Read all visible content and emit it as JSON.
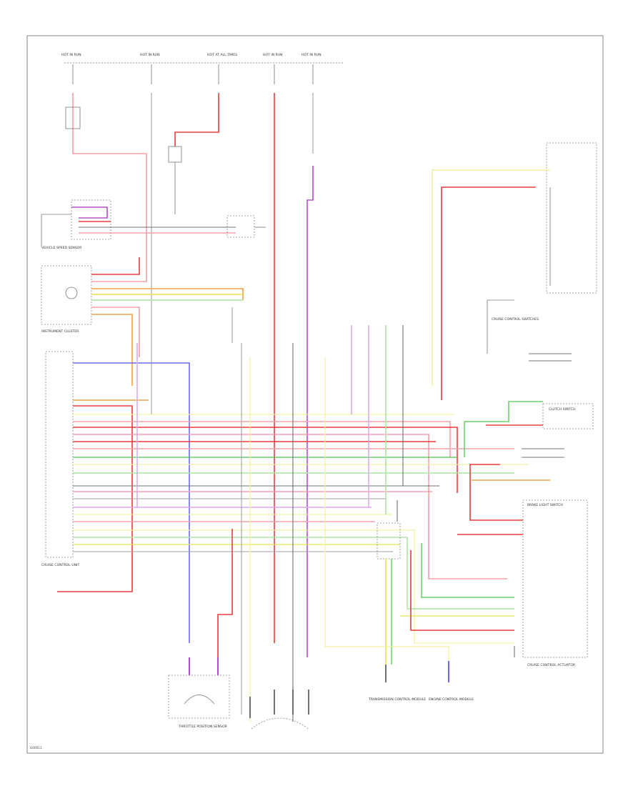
{
  "footer": {
    "code": "G00011"
  },
  "fuse_labels": [
    "HOT IN RUN",
    "HOT IN RUN",
    "HOT AT ALL TIMES",
    "HOT IN RUN",
    "HOT IN RUN"
  ],
  "component_labels": {
    "speed_sensor": "VEHICLE SPEED SENSOR",
    "instrument_cluster": "INSTRUMENT CLUSTER",
    "cruise_module": "CRUISE CONTROL UNIT",
    "cruise_switches": "CRUISE CONTROL SWITCHES",
    "brake_switch": "BRAKE LIGHT SWITCH",
    "clutch_switch": "CLUTCH SWITCH",
    "actuator": "CRUISE CONTROL ACTUATOR",
    "throttle_sensor": "THROTTLE POSITION SENSOR",
    "transmission_ecu": "TRANSMISSION CONTROL MODULE",
    "engine_ecu": "ENGINE CONTROL MODULE"
  },
  "colors": {
    "wire_red": "#e83c3c",
    "wire_pink": "#f2a0a8",
    "wire_orange": "#f0a040",
    "wire_yellow": "#f0e050",
    "wire_pale_yellow": "#f4f0a0",
    "wire_green": "#4fc84f",
    "wire_light_green": "#a8e8a0",
    "wire_blue": "#6a6af0",
    "wire_violet": "#b050c8",
    "wire_pale_violet": "#e0a8f0",
    "wire_gray": "#a0a0a0",
    "wire_dark_gray": "#707070",
    "frame": "#9a9a9a"
  }
}
